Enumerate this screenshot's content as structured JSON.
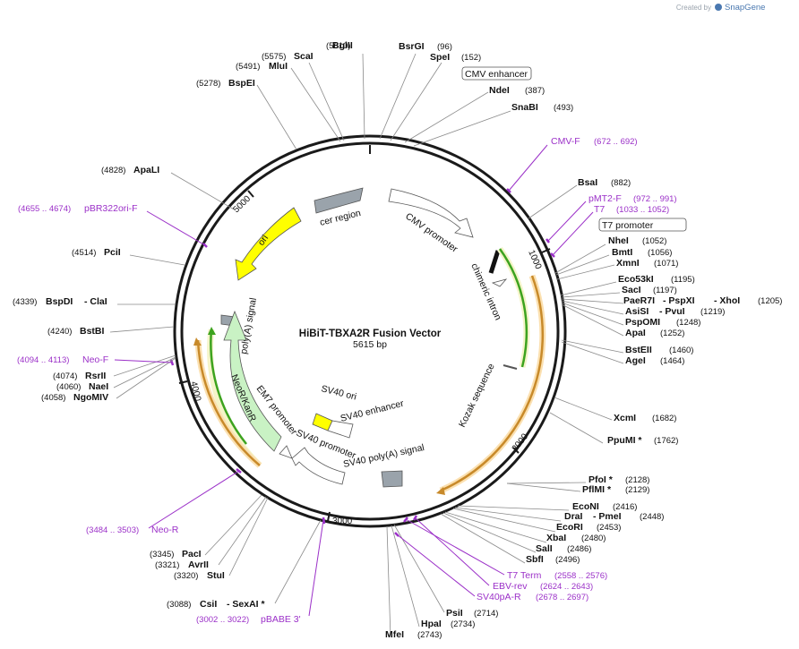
{
  "credit": {
    "prefix": "Created by",
    "brand": "SnapGene"
  },
  "map": {
    "title": "HiBiT-TBXA2R Fusion Vector",
    "length_label": "5615 bp"
  },
  "ticks": [
    "1000",
    "2000",
    "3000",
    "4000",
    "5000"
  ],
  "colors": {
    "primer": "#9b30c8",
    "ori": "#ffff00",
    "orange": "#f3a43a",
    "green": "#3da31f",
    "neo": "#c9f2c4",
    "grey": "#9aa3ab"
  },
  "sites": [
    {
      "name": "BglII",
      "pos": "(5610)"
    },
    {
      "name": "ScaI",
      "pos": "(5575)"
    },
    {
      "name": "MluI",
      "pos": "(5491)"
    },
    {
      "name": "BspEI",
      "pos": "(5278)"
    },
    {
      "name": "BsrGI",
      "pos": "(96)"
    },
    {
      "name": "SpeI",
      "pos": "(152)"
    },
    {
      "name": "NdeI",
      "pos": "(387)"
    },
    {
      "name": "SnaBI",
      "pos": "(493)"
    },
    {
      "name": "BsaI",
      "pos": "(882)"
    },
    {
      "name": "NheI",
      "pos": "(1052)"
    },
    {
      "name": "BmtI",
      "pos": "(1056)"
    },
    {
      "name": "XmnI",
      "pos": "(1071)"
    },
    {
      "name": "Eco53kI",
      "pos": "(1195)"
    },
    {
      "name": "SacI",
      "pos": "(1197)"
    },
    {
      "name": "PaeR7I",
      "name2": "- PspXI",
      "name3": "- XhoI",
      "pos": "(1205)"
    },
    {
      "name": "AsiSI",
      "name2": "- PvuI",
      "pos": "(1219)"
    },
    {
      "name": "PspOMI",
      "pos": "(1248)"
    },
    {
      "name": "ApaI",
      "pos": "(1252)"
    },
    {
      "name": "BstEII",
      "pos": "(1460)"
    },
    {
      "name": "AgeI",
      "pos": "(1464)"
    },
    {
      "name": "XcmI",
      "pos": "(1682)"
    },
    {
      "name": "PpuMI *",
      "pos": "(1762)"
    },
    {
      "name": "PfoI *",
      "pos": "(2128)"
    },
    {
      "name": "PflMI *",
      "pos": "(2129)"
    },
    {
      "name": "EcoNI",
      "pos": "(2416)"
    },
    {
      "name": "DraI",
      "name2": "- PmeI",
      "pos": "(2448)"
    },
    {
      "name": "EcoRI",
      "pos": "(2453)"
    },
    {
      "name": "XbaI",
      "pos": "(2480)"
    },
    {
      "name": "SalI",
      "pos": "(2486)"
    },
    {
      "name": "SbfI",
      "pos": "(2496)"
    },
    {
      "name": "PsiI",
      "pos": "(2714)"
    },
    {
      "name": "HpaI",
      "pos": "(2734)"
    },
    {
      "name": "MfeI",
      "pos": "(2743)"
    },
    {
      "name": "ApaLI",
      "pos": "(4828)"
    },
    {
      "name": "PciI",
      "pos": "(4514)"
    },
    {
      "name": "BspDI",
      "name2": "- ClaI",
      "pos": "(4339)"
    },
    {
      "name": "BstBI",
      "pos": "(4240)"
    },
    {
      "name": "RsrII",
      "pos": "(4074)"
    },
    {
      "name": "NaeI",
      "pos": "(4060)"
    },
    {
      "name": "NgoMIV",
      "pos": "(4058)"
    },
    {
      "name": "PacI",
      "pos": "(3345)"
    },
    {
      "name": "AvrII",
      "pos": "(3321)"
    },
    {
      "name": "StuI",
      "pos": "(3320)"
    },
    {
      "name": "CsiI",
      "name2": "- SexAI *",
      "pos": "(3088)"
    }
  ],
  "primers": [
    {
      "name": "CMV-F",
      "range": "(672 .. 692)"
    },
    {
      "name": "pMT2-F",
      "range": "(972 .. 991)"
    },
    {
      "name": "T7",
      "range": "(1033 .. 1052)"
    },
    {
      "name": "pBR322ori-F",
      "range": "(4655 .. 4674)"
    },
    {
      "name": "Neo-F",
      "range": "(4094 .. 4113)"
    },
    {
      "name": "Neo-R",
      "range": "(3484 .. 3503)"
    },
    {
      "name": "pBABE 3'",
      "range": "(3002 .. 3022)"
    },
    {
      "name": "T7 Term",
      "range": "(2558 .. 2576)"
    },
    {
      "name": "EBV-rev",
      "range": "(2624 .. 2643)"
    },
    {
      "name": "SV40pA-R",
      "range": "(2678 .. 2697)"
    }
  ],
  "boxed_features": [
    "CMV enhancer",
    "T7 promoter"
  ],
  "features": [
    "cer region",
    "CMV promoter",
    "chimeric intron",
    "Kozak sequence",
    "ori",
    "poly(A) signal",
    "NeoR/KanR",
    "EM7 promoter",
    "SV40 ori",
    "SV40 enhancer",
    "SV40 promoter",
    "SV40 poly(A) signal"
  ]
}
